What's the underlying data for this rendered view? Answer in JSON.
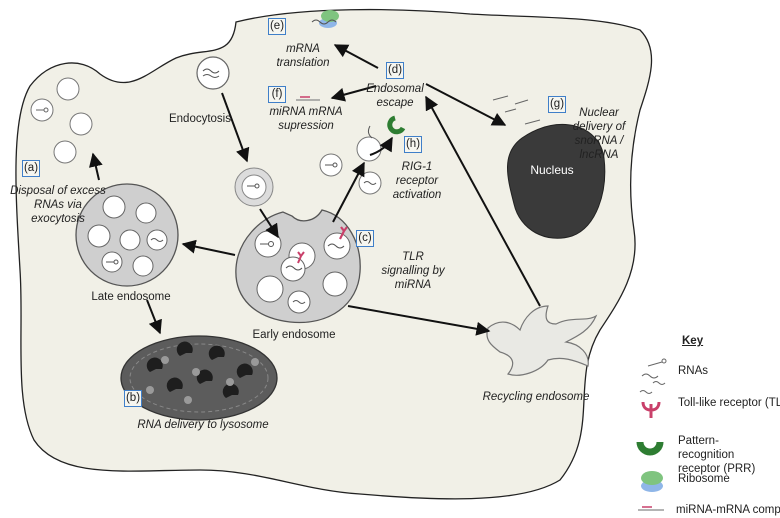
{
  "steps": {
    "a": {
      "tag": "(a)",
      "text": "Disposal of excess RNAs via exocytosis"
    },
    "b": {
      "tag": "(b)",
      "text": "RNA delivery to lysosome"
    },
    "c": {
      "tag": "(c)",
      "text": "TLR signalling by miRNA"
    },
    "d": {
      "tag": "(d)",
      "text": "Endosomal escape"
    },
    "e": {
      "tag": "(e)",
      "text": "mRNA translation"
    },
    "f": {
      "tag": "(f)",
      "text": "miRNA mRNA supression"
    },
    "g": {
      "tag": "(g)",
      "text": "Nuclear delivery of snoRNA / lncRNA"
    },
    "h": {
      "tag": "(h)",
      "text": "RIG-1 receptor activation"
    }
  },
  "labels": {
    "endocytosis": "Endocytosis",
    "late_endosome": "Late endosome",
    "early_endosome": "Early endosome",
    "recycling_endosome": "Recycling endosome",
    "nucleus": "Nucleus"
  },
  "key": {
    "title": "Key",
    "items": [
      "RNAs",
      "Toll-like receptor (TLR)",
      "Pattern-recognition receptor (PRR)",
      "Ribosome",
      "miRNA-mRNA complex"
    ]
  },
  "colors": {
    "cell_fill": "#f1f0e7",
    "tag_border": "#3f7fc9",
    "tlr": "#c9406a",
    "prr": "#2e7d32",
    "ribosome_top": "#7fc47f",
    "ribosome_bottom": "#8fb6e8",
    "nucleus": "#3a3a3a",
    "lysosome": "#5a5a5a"
  }
}
